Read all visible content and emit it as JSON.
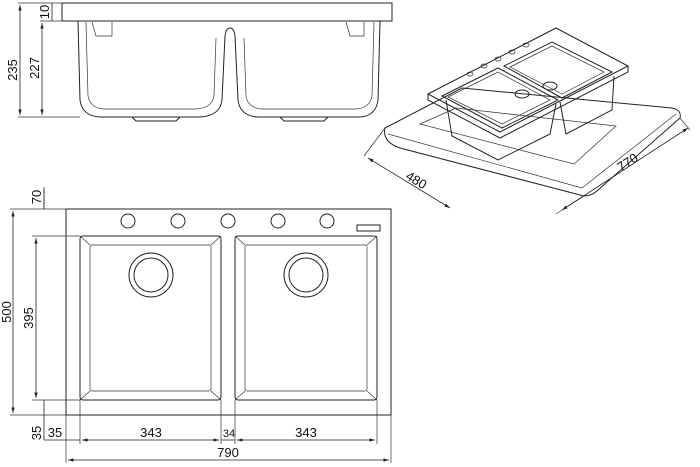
{
  "drawing": {
    "side_view": {
      "dims": {
        "top_thickness": "10",
        "total_depth": "235",
        "bowl_depth": "227"
      }
    },
    "iso_view": {
      "dims": {
        "depth": "480",
        "length": "770"
      }
    },
    "plan_view": {
      "dims": {
        "top_margin": "70",
        "total_height": "500",
        "bowl_height": "395",
        "bottom_margin": "35",
        "left_margin": "35",
        "left_bowl_width": "343",
        "divider_width": "34",
        "right_bowl_width": "343",
        "total_width": "790"
      }
    }
  }
}
